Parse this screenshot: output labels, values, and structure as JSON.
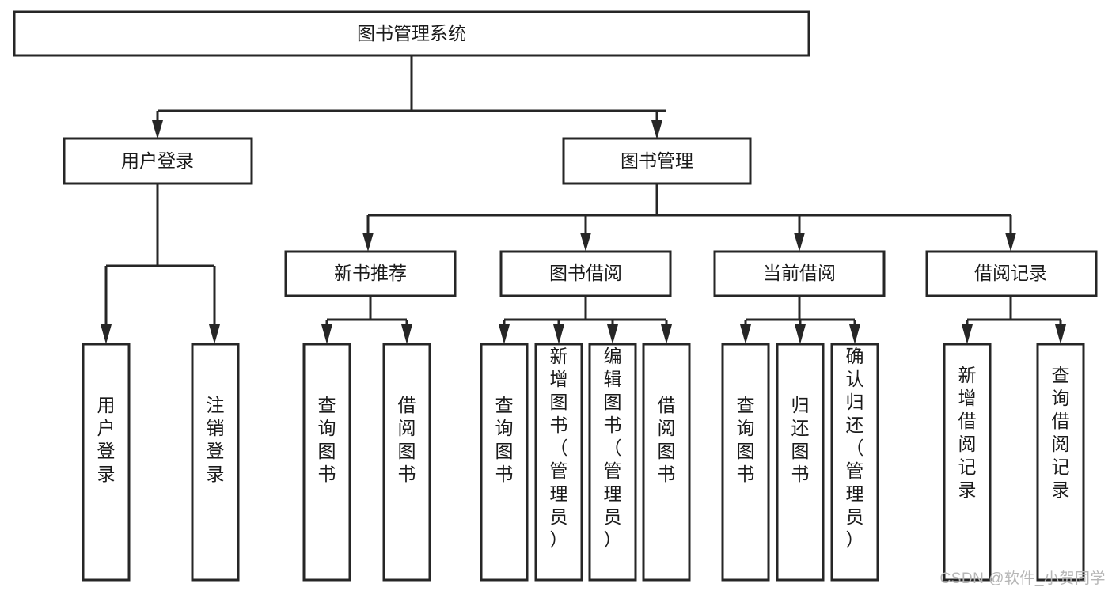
{
  "diagram": {
    "type": "tree-hierarchy-chart",
    "title": "图书管理系统",
    "background_color": "#ffffff",
    "line_color": "#262626",
    "text_color": "#1a1a1a",
    "box_fill": "#ffffff",
    "levels": [
      {
        "level": 1,
        "nodes": [
          {
            "id": "root",
            "label": "图书管理系统",
            "orientation": "horizontal"
          }
        ]
      },
      {
        "level": 2,
        "nodes": [
          {
            "id": "user-login",
            "label": "用户登录",
            "orientation": "horizontal",
            "parent": "root"
          },
          {
            "id": "book-management",
            "label": "图书管理",
            "orientation": "horizontal",
            "parent": "root"
          }
        ]
      },
      {
        "level": 3,
        "nodes": [
          {
            "id": "new-book-recommend",
            "label": "新书推荐",
            "orientation": "horizontal",
            "parent": "book-management"
          },
          {
            "id": "book-borrow",
            "label": "图书借阅",
            "orientation": "horizontal",
            "parent": "book-management"
          },
          {
            "id": "current-borrow",
            "label": "当前借阅",
            "orientation": "horizontal",
            "parent": "book-management"
          },
          {
            "id": "borrow-record",
            "label": "借阅记录",
            "orientation": "horizontal",
            "parent": "book-management"
          }
        ]
      },
      {
        "level": 4,
        "nodes": [
          {
            "id": "leaf-user-login",
            "label": "用户登录",
            "orientation": "vertical",
            "parent": "user-login"
          },
          {
            "id": "leaf-logout",
            "label": "注销登录",
            "orientation": "vertical",
            "parent": "user-login"
          },
          {
            "id": "leaf-query-book-1",
            "label": "查询图书",
            "orientation": "vertical",
            "parent": "new-book-recommend"
          },
          {
            "id": "leaf-borrow-book-1",
            "label": "借阅图书",
            "orientation": "vertical",
            "parent": "new-book-recommend"
          },
          {
            "id": "leaf-query-book-2",
            "label": "查询图书",
            "orientation": "vertical",
            "parent": "book-borrow"
          },
          {
            "id": "leaf-add-book",
            "label": "新增图书（管理员）",
            "orientation": "vertical",
            "parent": "book-borrow"
          },
          {
            "id": "leaf-edit-book",
            "label": "编辑图书（管理员）",
            "orientation": "vertical",
            "parent": "book-borrow"
          },
          {
            "id": "leaf-borrow-book-2",
            "label": "借阅图书",
            "orientation": "vertical",
            "parent": "book-borrow"
          },
          {
            "id": "leaf-query-book-3",
            "label": "查询图书",
            "orientation": "vertical",
            "parent": "current-borrow"
          },
          {
            "id": "leaf-return-book",
            "label": "归还图书",
            "orientation": "vertical",
            "parent": "current-borrow"
          },
          {
            "id": "leaf-confirm-return",
            "label": "确认归还（管理员）",
            "orientation": "vertical",
            "parent": "current-borrow"
          },
          {
            "id": "leaf-add-record",
            "label": "新增借阅记录",
            "orientation": "vertical",
            "parent": "borrow-record"
          },
          {
            "id": "leaf-query-record",
            "label": "查询借阅记录",
            "orientation": "vertical",
            "parent": "borrow-record"
          }
        ]
      }
    ]
  },
  "watermark": {
    "text": "CSDN @软件_小贺同学"
  }
}
